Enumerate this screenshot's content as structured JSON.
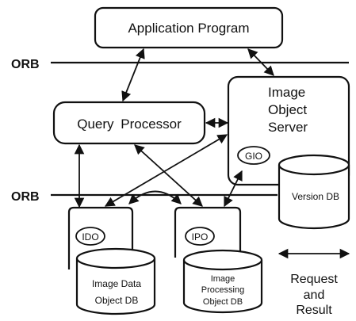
{
  "diagram": {
    "labels": {
      "orb_top": "ORB",
      "orb_bottom": "ORB",
      "application_program": "Application Program",
      "query_processor": "Query Processor",
      "image_object_server": [
        "Image",
        "Object",
        "Server"
      ],
      "gio": "GIO",
      "version_db": "Version DB",
      "ido": "IDO",
      "ipo": "IPO",
      "image_data_object_db": [
        "Image Data",
        "Object DB"
      ],
      "image_processing_object_db": [
        "Image",
        "Processing",
        "Object DB"
      ],
      "legend": [
        "Request",
        "and",
        "Result"
      ]
    }
  }
}
